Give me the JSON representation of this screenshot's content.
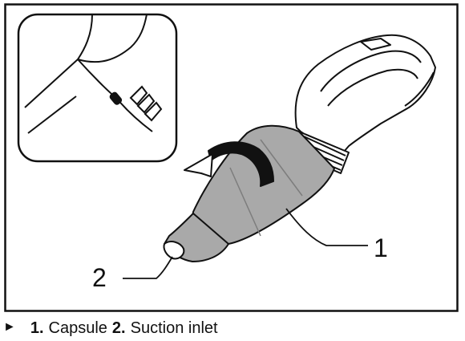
{
  "figure": {
    "callouts": [
      {
        "number": "1",
        "target": "capsule"
      },
      {
        "number": "2",
        "target": "suction-inlet"
      }
    ]
  },
  "caption": {
    "marker": "►",
    "items": [
      {
        "number": "1.",
        "label": "Capsule"
      },
      {
        "number": "2.",
        "label": "Suction inlet"
      }
    ]
  },
  "colors": {
    "line": "#111111",
    "capsule_fill": "#a9a9a9",
    "capsule_dark": "#7d7d7d",
    "body_fill": "#ffffff"
  }
}
